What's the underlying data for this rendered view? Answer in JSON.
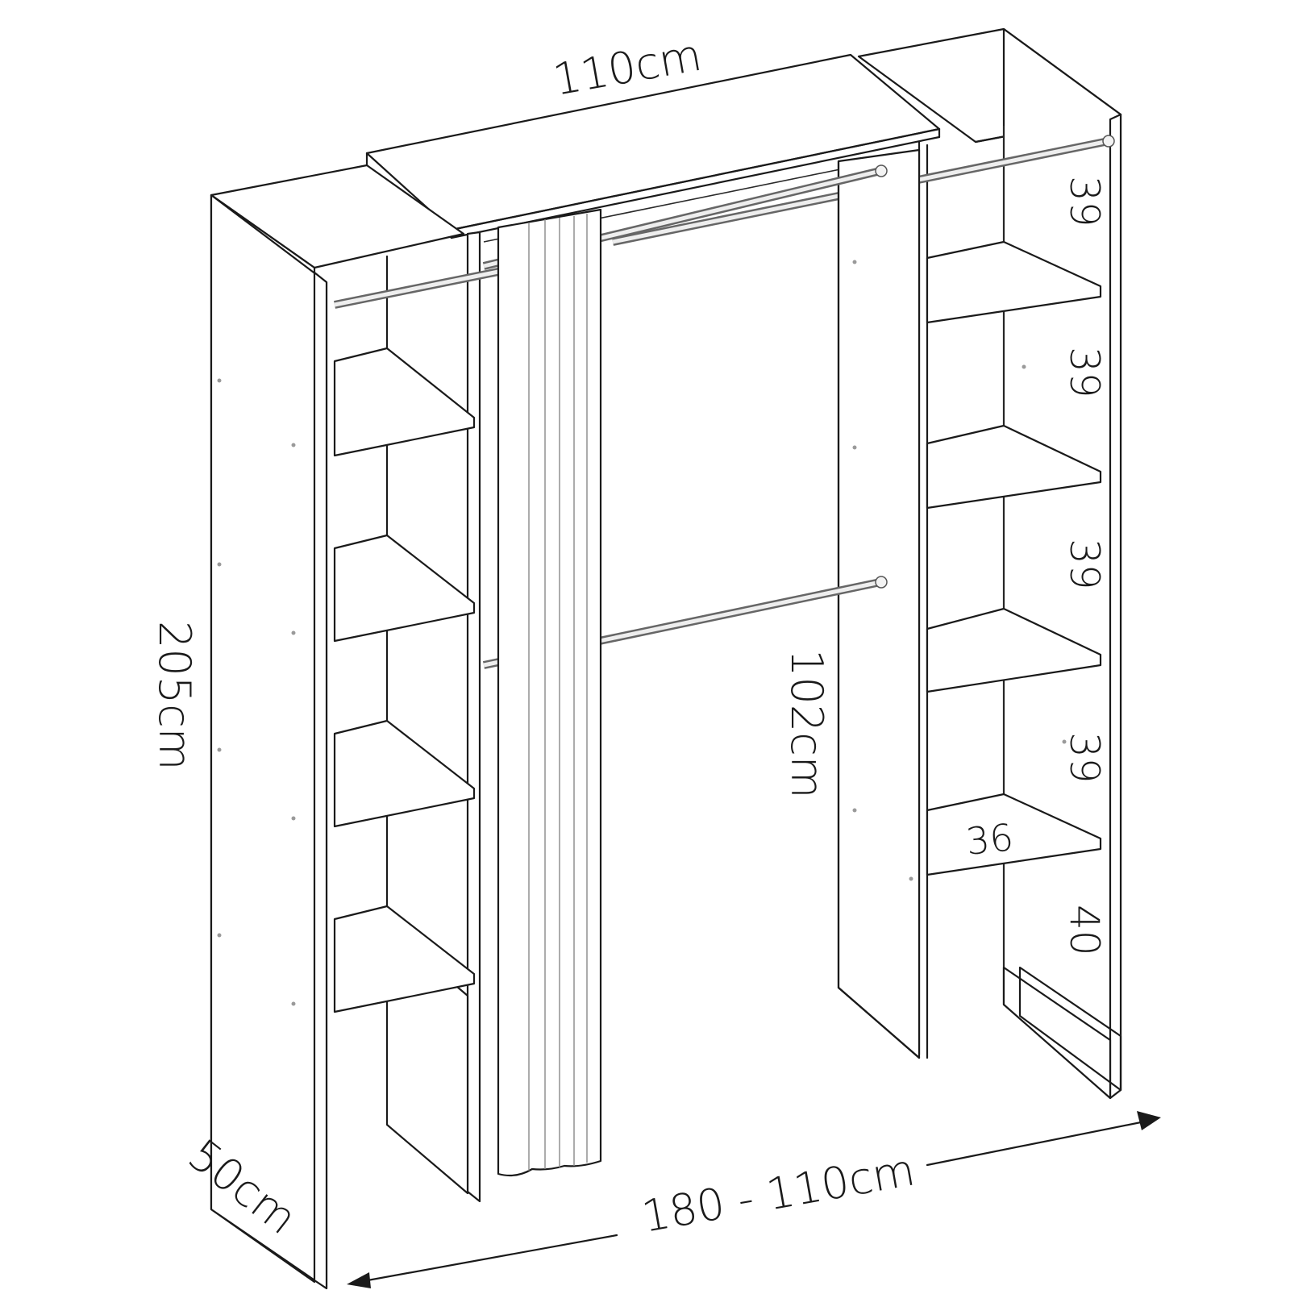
{
  "diagram": {
    "subject": "Extendable open wardrobe with shelves, hanging rails and curtain",
    "colors": {
      "line": "#1a1a1a",
      "rod": "#555555",
      "background": "#ffffff"
    },
    "dimensions": {
      "top_width": "110cm",
      "height": "205cm",
      "depth": "50cm",
      "width_range": "180 - 110cm",
      "middle_rail_height": "102cm"
    },
    "shelf_spacings": {
      "right_column": [
        "39",
        "39",
        "39",
        "39",
        "40"
      ],
      "shelf_depth": "36"
    }
  }
}
